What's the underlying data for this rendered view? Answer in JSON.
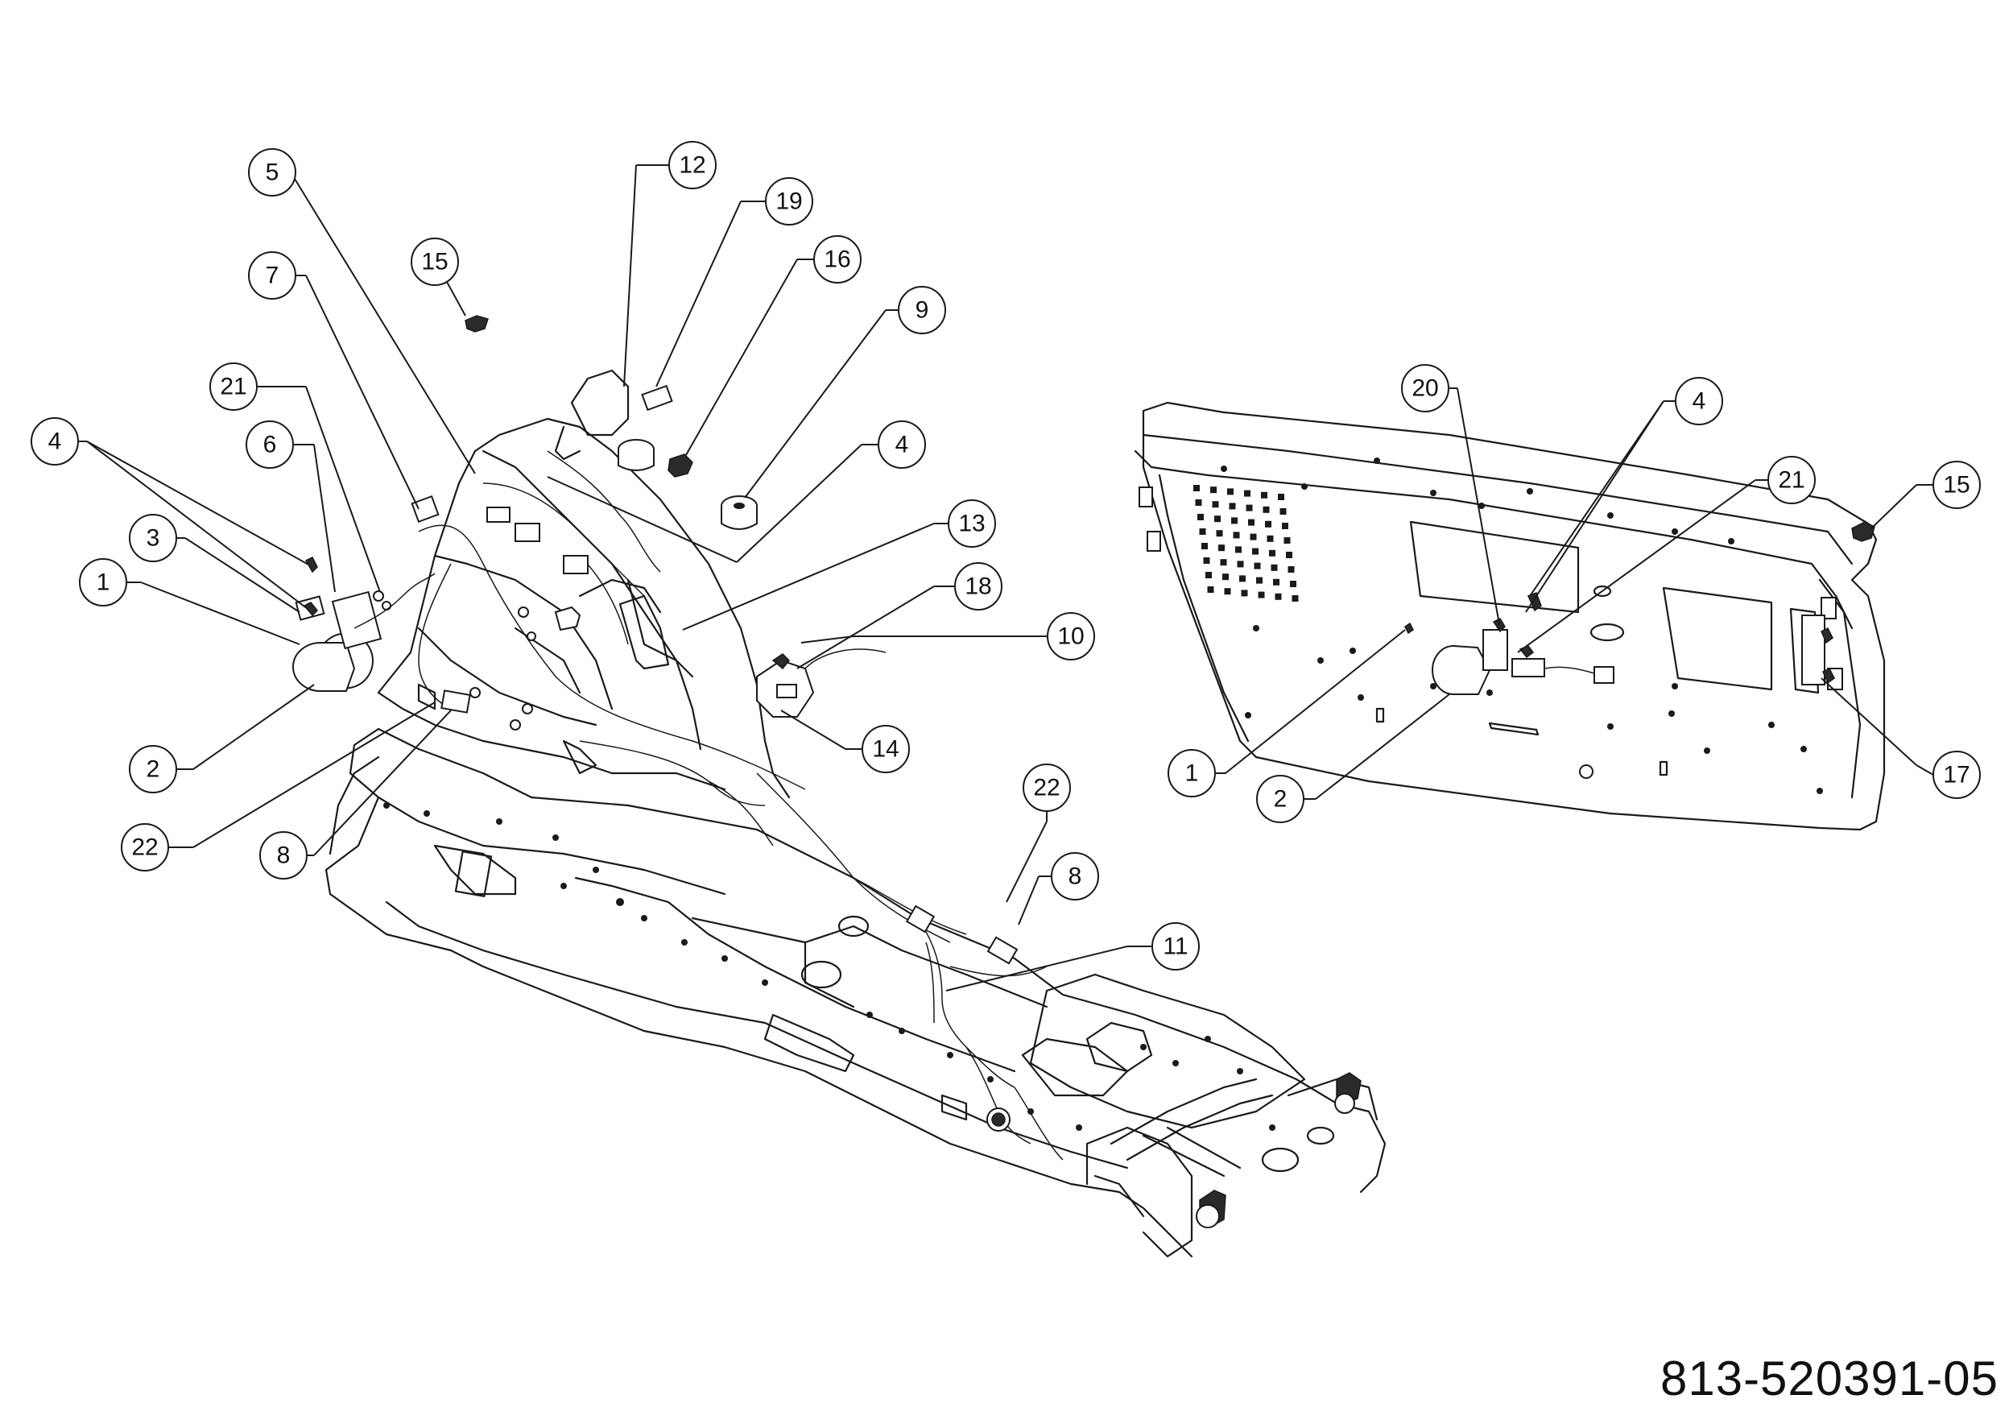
{
  "diagram_number": "813-520391-05",
  "callouts": [
    {
      "id": "c5",
      "label": "5"
    },
    {
      "id": "c12",
      "label": "12"
    },
    {
      "id": "c19",
      "label": "19"
    },
    {
      "id": "c15a",
      "label": "15"
    },
    {
      "id": "c16",
      "label": "16"
    },
    {
      "id": "c7",
      "label": "7"
    },
    {
      "id": "c9",
      "label": "9"
    },
    {
      "id": "c21a",
      "label": "21"
    },
    {
      "id": "c4a",
      "label": "4"
    },
    {
      "id": "c6",
      "label": "6"
    },
    {
      "id": "c4b",
      "label": "4"
    },
    {
      "id": "c3",
      "label": "3"
    },
    {
      "id": "c13",
      "label": "13"
    },
    {
      "id": "c1a",
      "label": "1"
    },
    {
      "id": "c18",
      "label": "18"
    },
    {
      "id": "c10",
      "label": "10"
    },
    {
      "id": "c2a",
      "label": "2"
    },
    {
      "id": "c14",
      "label": "14"
    },
    {
      "id": "c22a",
      "label": "22"
    },
    {
      "id": "c8a",
      "label": "8"
    },
    {
      "id": "c22b",
      "label": "22"
    },
    {
      "id": "c8b",
      "label": "8"
    },
    {
      "id": "c11",
      "label": "11"
    },
    {
      "id": "c20",
      "label": "20"
    },
    {
      "id": "c4c",
      "label": "4"
    },
    {
      "id": "c21b",
      "label": "21"
    },
    {
      "id": "c15b",
      "label": "15"
    },
    {
      "id": "c1b",
      "label": "1"
    },
    {
      "id": "c2b",
      "label": "2"
    },
    {
      "id": "c17",
      "label": "17"
    }
  ]
}
